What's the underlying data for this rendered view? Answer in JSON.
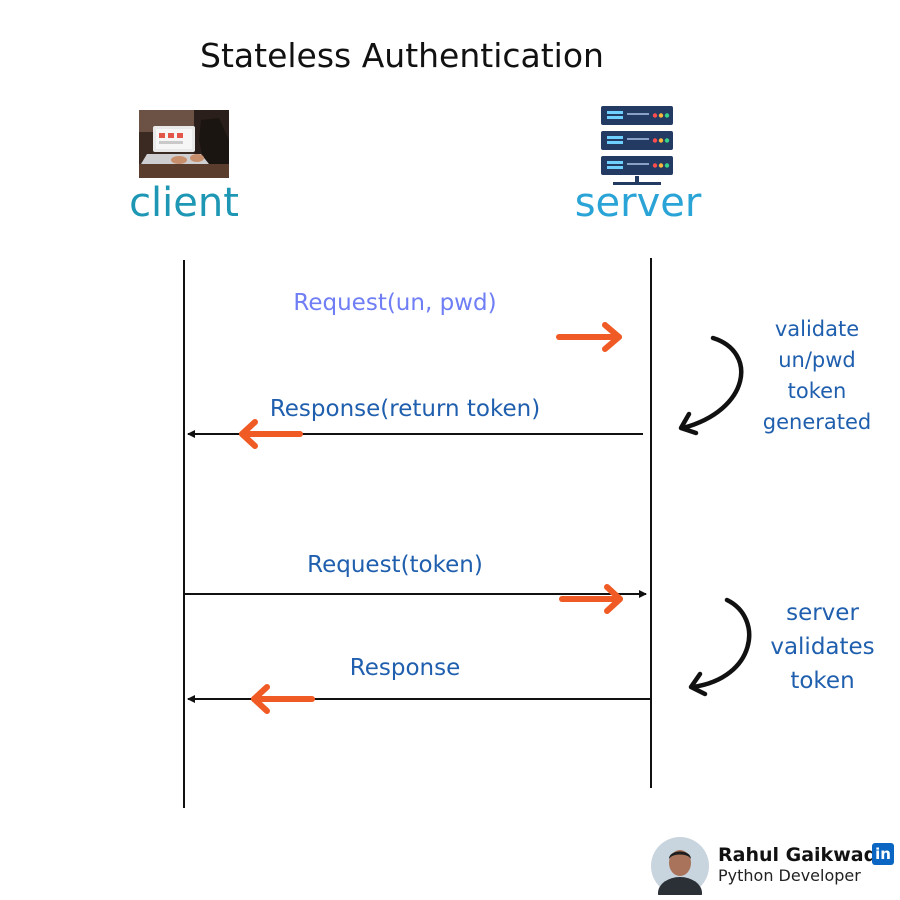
{
  "title": "Stateless Authentication",
  "actors": {
    "client": "client",
    "server": "server"
  },
  "messages": [
    {
      "label": "Request(un, pwd)",
      "color": "#6f7ef5"
    },
    {
      "label": "Response(return token)",
      "color": "#1f5fae"
    },
    {
      "label": "Request(token)",
      "color": "#1f5fae"
    },
    {
      "label": "Response",
      "color": "#1f5fae"
    }
  ],
  "notes": {
    "first": [
      "validate",
      "un/pwd",
      "token",
      "generated"
    ],
    "second": [
      "server",
      "validates",
      "token"
    ]
  },
  "author": {
    "name": "Rahul Gaikwad",
    "role": "Python Developer",
    "linkedin": "in"
  },
  "colors": {
    "accent_arrow": "#f05a24",
    "line": "#111111",
    "client": "#1d97b4",
    "server": "#2aa4d6"
  },
  "icons": {
    "client": "laptop-photo-icon",
    "server": "server-rack-icon"
  }
}
